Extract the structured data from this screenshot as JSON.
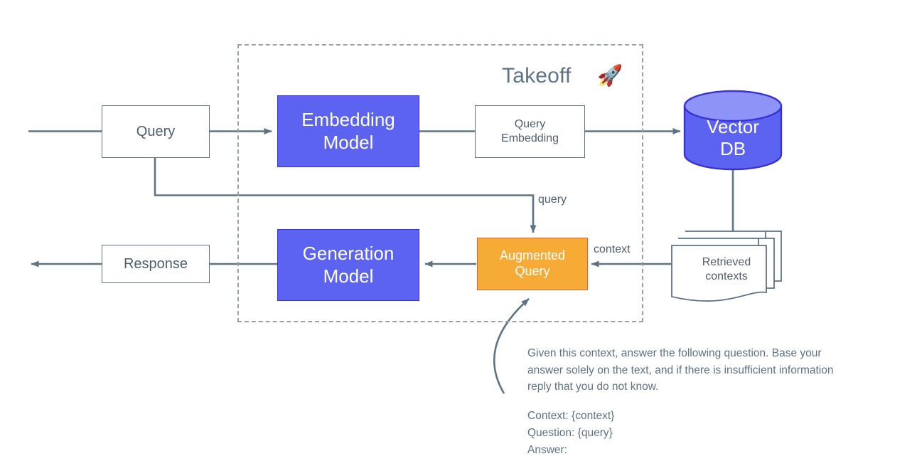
{
  "diagram": {
    "title": "Takeoff",
    "rocket_icon": "🚀",
    "colors": {
      "model_blue": "#5b63f0",
      "model_blue_border": "#3a32d6",
      "augmented_orange": "#f5ab36",
      "augmented_orange_border": "#e8603c",
      "wire_gray": "#5d7386",
      "dashed_gray": "#9aa0a6",
      "text_gray": "#4d6070"
    }
  },
  "nodes": {
    "query": "Query",
    "embedding_model": "Embedding\nModel",
    "embedding_model_line1": "Embedding",
    "embedding_model_line2": "Model",
    "query_embedding_line1": "Query",
    "query_embedding_line2": "Embedding",
    "vector_db_line1": "Vector",
    "vector_db_line2": "DB",
    "retrieved_contexts_line1": "Retrieved",
    "retrieved_contexts_line2": "contexts",
    "augmented_query_line1": "Augmented",
    "augmented_query_line2": "Query",
    "generation_model_line1": "Generation",
    "generation_model_line2": "Model",
    "response": "Response"
  },
  "edge_labels": {
    "query": "query",
    "context": "context"
  },
  "prompt": {
    "paragraph_line1": "Given this context, answer the following question. Base your",
    "paragraph_line2": "answer solely on the text, and if there is insufficient information",
    "paragraph_line3": "reply that you do not know.",
    "context_line": "Context: {context}",
    "question_line": "Question: {query}",
    "answer_line": "Answer:"
  }
}
